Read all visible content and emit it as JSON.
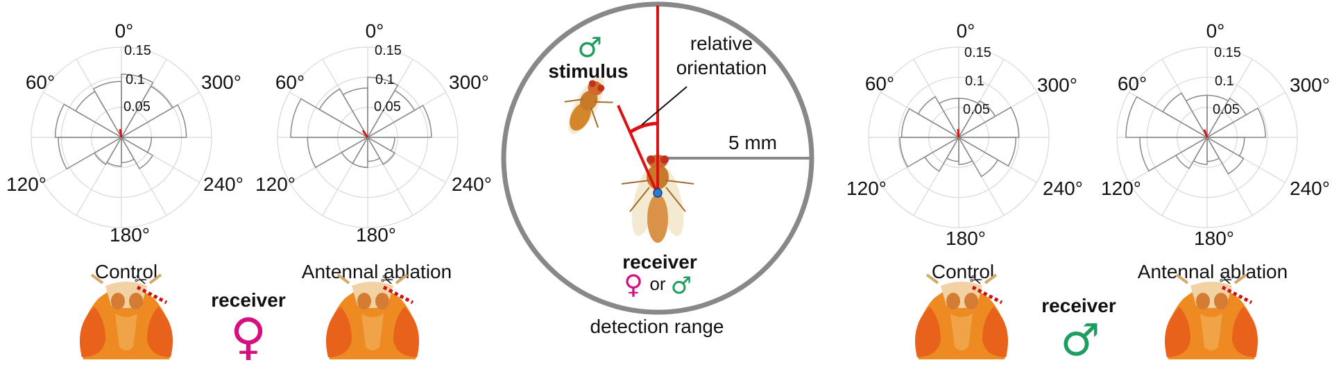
{
  "colors": {
    "female": "#d6107f",
    "male": "#1e9e5e",
    "mean_vector": "#dd1111",
    "outline": "#888888",
    "grid": "#d8d8d8",
    "head_orange": "#ee8a22",
    "eye": "#e8621c",
    "antenna_cut": "#cc1111"
  },
  "receiver_groups": [
    {
      "receiver_label": "receiver",
      "symbol": "♀",
      "symbol_color": "#d6107f",
      "plots": [
        {
          "caption": "Control"
        },
        {
          "caption": "Antennal ablation"
        }
      ]
    },
    {
      "receiver_label": "receiver",
      "symbol": "♂",
      "symbol_color": "#1e9e5e",
      "plots": [
        {
          "caption": "Control"
        },
        {
          "caption": "Antennal ablation"
        }
      ]
    }
  ],
  "polar_common": {
    "angle_labels": [
      "0°",
      "60°",
      "300°",
      "120°",
      "240°",
      "180°"
    ],
    "radial_ticks": [
      "0.15",
      "0.1",
      "0.05"
    ],
    "rmax": 0.15
  },
  "chart_data": [
    {
      "type": "polar-histogram",
      "bin_width_deg": 30,
      "bin_centers_deg": [
        15,
        45,
        75,
        105,
        135,
        165,
        195,
        225,
        255,
        285,
        315,
        345
      ],
      "values": [
        0.093,
        0.088,
        0.11,
        0.105,
        0.052,
        0.048,
        0.042,
        0.06,
        0.05,
        0.108,
        0.098,
        0.105
      ],
      "mean_vector": {
        "angle_deg": 10,
        "length": 0.012
      },
      "rlim": [
        0,
        0.15
      ]
    },
    {
      "type": "polar-histogram",
      "bin_width_deg": 30,
      "bin_centers_deg": [
        15,
        45,
        75,
        105,
        135,
        165,
        195,
        225,
        255,
        285,
        315,
        345
      ],
      "values": [
        0.082,
        0.093,
        0.128,
        0.1,
        0.05,
        0.05,
        0.04,
        0.052,
        0.045,
        0.106,
        0.09,
        0.1
      ],
      "mean_vector": {
        "angle_deg": 35,
        "length": 0.012
      },
      "rlim": [
        0,
        0.15
      ]
    },
    {
      "type": "polar-histogram",
      "bin_width_deg": 30,
      "bin_centers_deg": [
        15,
        45,
        75,
        105,
        135,
        165,
        195,
        225,
        255,
        285,
        315,
        345
      ],
      "values": [
        0.065,
        0.078,
        0.095,
        0.098,
        0.065,
        0.04,
        0.045,
        0.075,
        0.095,
        0.1,
        0.07,
        0.065
      ],
      "mean_vector": {
        "angle_deg": 5,
        "length": 0.01
      },
      "rlim": [
        0,
        0.15
      ]
    },
    {
      "type": "polar-histogram",
      "bin_width_deg": 30,
      "bin_centers_deg": [
        15,
        45,
        75,
        105,
        135,
        165,
        195,
        225,
        255,
        285,
        315,
        345
      ],
      "values": [
        0.07,
        0.085,
        0.135,
        0.112,
        0.06,
        0.045,
        0.04,
        0.07,
        0.062,
        0.097,
        0.075,
        0.07
      ],
      "mean_vector": {
        "angle_deg": 20,
        "length": 0.012
      },
      "rlim": [
        0,
        0.15
      ]
    }
  ],
  "center_diagram": {
    "stimulus_label": "stimulus",
    "stimulus_symbol": "♂",
    "orientation_label_line1": "relative",
    "orientation_label_line2": "orientation",
    "scale_label": "5 mm",
    "receiver_label": "receiver",
    "receiver_female_symbol": "♀",
    "receiver_or": "or",
    "receiver_male_symbol": "♂",
    "range_caption": "detection range"
  }
}
